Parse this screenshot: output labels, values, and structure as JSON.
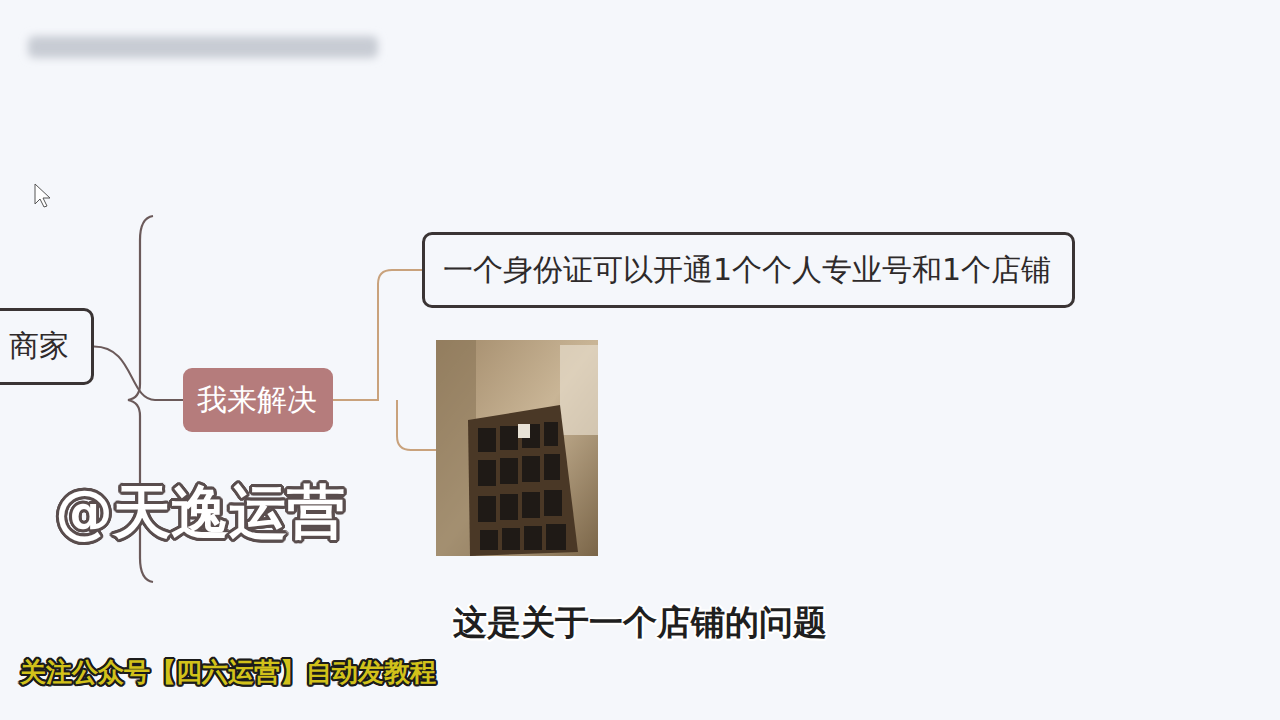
{
  "diagram": {
    "nodes": [
      {
        "text": [
          "商家"
        ]
      },
      {
        "text": [
          "我来解决"
        ]
      },
      {
        "text": [
          "一个身份证可以开通1个个人专业号和1个店铺"
        ]
      }
    ],
    "edges": [
      {
        "from": 0,
        "to": 1,
        "arrow": "none"
      },
      {
        "from": 1,
        "to": 2,
        "arrow": "none"
      }
    ],
    "labels": [
      "@天逸运营",
      "这是关于一个店铺的问题",
      "关注公众号【四六运营】自动发教程"
    ]
  }
}
